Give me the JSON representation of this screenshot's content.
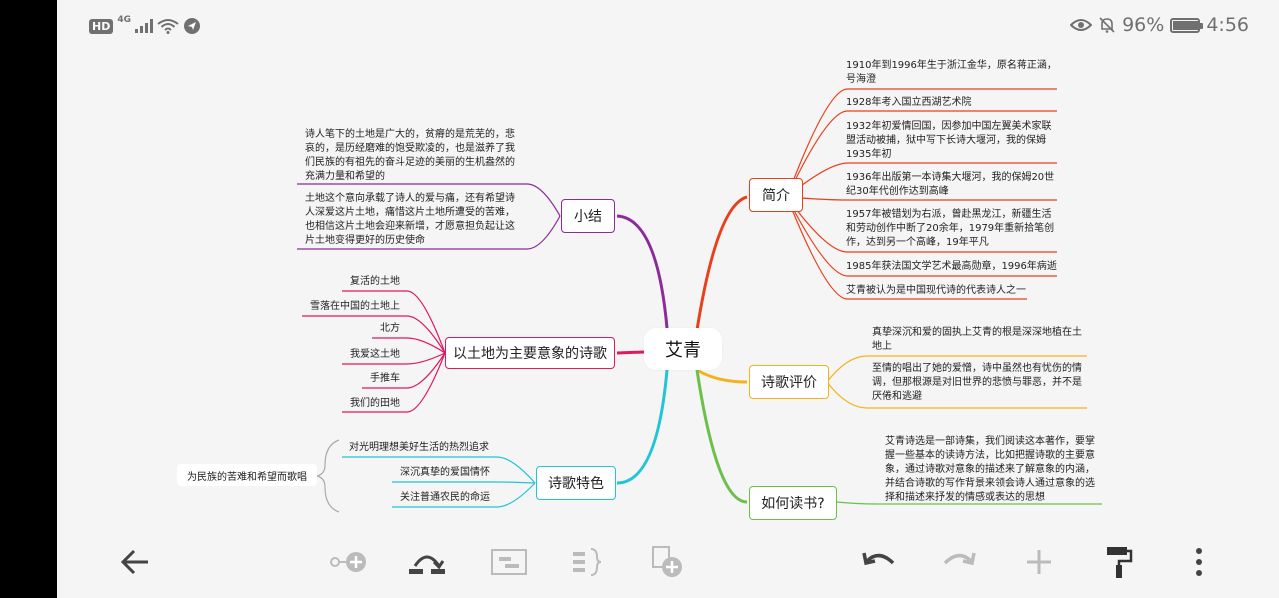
{
  "status_bar": {
    "hd": "HD",
    "net": "4G",
    "battery": "96%",
    "time": "4:56",
    "battery_level": 0.96
  },
  "root": "艾青",
  "branches": {
    "intro": {
      "label": "简介",
      "color": "#e8401c",
      "items": [
        "1910年到1996年生于浙江金华，原名蒋正涵，号海澄",
        "1928年考入国立西湖艺术院",
        "1932年初爱情回国，因参加中国左翼美术家联盟活动被捕，狱中写下长诗大堰河，我的保姆1935年初",
        "1936年出版第一本诗集大堰河，我的保姆20世纪30年代创作达到高峰",
        "1957年被错划为右派，曾赴黑龙江，新疆生活和劳动创作中断了20余年，1979年重新拾笔创作，达到另一个高峰，19年平凡",
        "1985年获法国文学艺术最高勋章，1996年病逝",
        "艾青被认为是中国现代诗的代表诗人之一"
      ]
    },
    "review": {
      "label": "诗歌评价",
      "color": "#f5b21f",
      "items": [
        "真挚深沉和爱的固执上艾青的根是深深地植在土地上",
        "至情的唱出了她的爱憎，诗中虽然也有忧伤的情调，但那根源是对旧世界的悲愤与罪恶，并不是厌倦和逃避"
      ]
    },
    "howto": {
      "label": "如何读书?",
      "color": "#6cc04a",
      "items": [
        "艾青诗选是一部诗集，我们阅读这本著作，要掌握一些基本的读诗方法，比如把握诗歌的主要意象，通过诗歌对意象的描述来了解意象的内涵，并结合诗歌的写作背景来领会诗人通过意象的选择和描述来抒发的情感或表达的思想"
      ]
    },
    "summary": {
      "label": "小结",
      "color": "#8c2a9c",
      "items": [
        "诗人笔下的土地是广大的，贫瘠的是荒芜的，悲哀的，是历经磨难的饱受欺凌的，也是滋养了我们民族的有祖先的奋斗足迹的美丽的生机盎然的充满力量和希望的",
        "土地这个意向承载了诗人的爱与痛，还有希望诗人深爱这片土地，痛惜这片土地所遭受的苦难，也相信这片土地会迎来新增，才愿意担负起让这片土地变得更好的历史使命"
      ]
    },
    "land": {
      "label": "以土地为主要意象的诗歌",
      "color": "#e0185e",
      "items": [
        "复活的土地",
        "雪落在中国的土地上",
        "北方",
        "我爱这土地",
        "手推车",
        "我们的田地"
      ]
    },
    "features": {
      "label": "诗歌特色",
      "color": "#22c4d8",
      "items": [
        "对光明理想美好生活的热烈追求",
        "深沉真挚的爱国情怀",
        "关注普通农民的命运"
      ],
      "group_label": "为民族的苦难和希望而歌唱"
    }
  }
}
